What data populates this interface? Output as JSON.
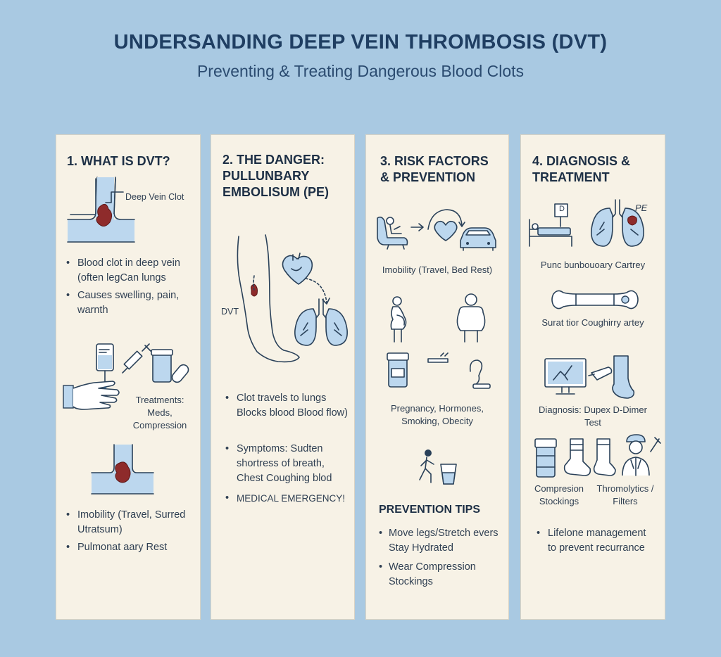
{
  "header": {
    "title": "UNDERSANDING DEEP VEIN THROMBOSIS (DVT)",
    "subtitle": "Preventing & Treating Dangerous Blood Clots"
  },
  "panel1": {
    "heading": "1. WHAT IS DVT?",
    "clot_label": "Deep Vein Clot",
    "bullets": [
      "Blood clot in deep vein (often legCan lungs",
      "Causes swelling, pain, warnth"
    ],
    "treatment_label": "Treatments: Meds, Compression",
    "bullets2": [
      "Imobility (Travel, Surred Utratsum)",
      "Pulmonat aary Rest"
    ]
  },
  "panel2": {
    "heading": "2. THE DANGER: PULLUNBARY EMBOLISUM (PE)",
    "dvt_label": "DVT",
    "bullets": [
      "Clot travels to lungs Blocks blood Blood flow)",
      "Symptoms: Sudten shortress of breath, Chest Coughing blod",
      "MEDICAL EMERGENCY!"
    ]
  },
  "panel3": {
    "heading": "3. RISK FACTORS & PREVENTION",
    "immobility_label": "Imobility (Travel, Bed Rest)",
    "risk_label": "Pregnancy, Hormones, Smoking, Obecity",
    "tips_heading": "PREVENTION TIPS",
    "tips": [
      "Move legs/Stretch evers Stay Hydrated",
      "Wear Compression Stockings"
    ]
  },
  "panel4": {
    "heading": "4. DIAGNOSIS & TREATMENT",
    "pe_label": "PE",
    "d_label": "D",
    "label_a": "Punc bunbouoary Cartrey",
    "label_b": "Surat tior Coughirry artey",
    "diagnosis_label": "Diagnosis: Dupex D-Dimer Test",
    "stockings_label": "Compresion Stockings",
    "thrombolytics_label": "Thromolytics / Filters",
    "bullets": [
      "Lifelone management to prevent recurrance"
    ]
  },
  "colors": {
    "background": "#a9c9e2",
    "panel": "#f7f2e6",
    "title": "#1f3e62",
    "accent_blue": "#bcd7ee",
    "clot_red": "#8e2b2b",
    "line": "#2a4159"
  }
}
